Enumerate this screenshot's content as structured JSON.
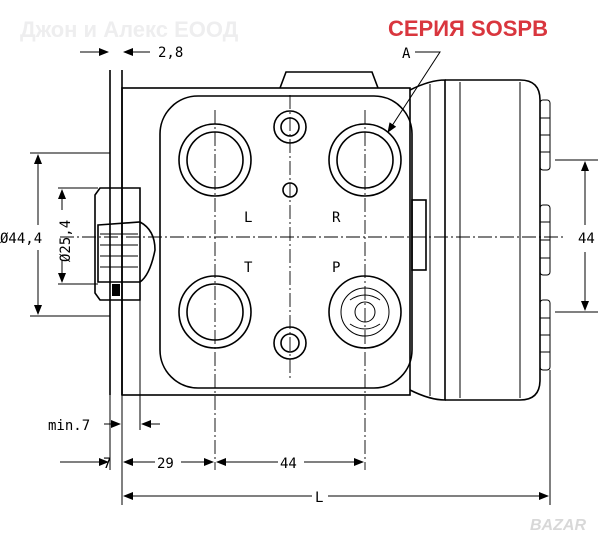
{
  "watermark": "Джон и Алекс ЕООД",
  "series_title": "СЕРИЯ SOSPB",
  "logo": "BAZAR",
  "colors": {
    "series": "#d9363e",
    "line": "#000000",
    "watermark": "#eeeeef"
  },
  "labels": {
    "port_a": "A",
    "port_l": "L",
    "port_r": "R",
    "port_t": "T",
    "port_p": "P"
  },
  "dimensions": {
    "top_gap": "2,8",
    "dia_outer": "Ø44,4",
    "dia_shaft": "Ø25,4",
    "right_height": "44",
    "min_7": "min.7",
    "d7": "7",
    "d29": "29",
    "d44": "44",
    "length": "L"
  }
}
